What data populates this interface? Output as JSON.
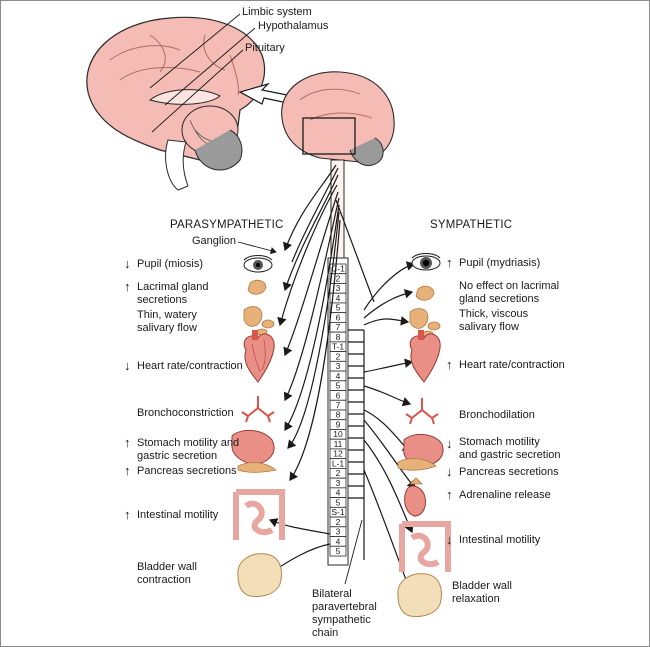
{
  "brain_labels": {
    "limbic": "Limbic system",
    "hypothalamus": "Hypothalamus",
    "pituitary": "Pituitary"
  },
  "headers": {
    "parasympathetic": "PARASYMPATHETIC",
    "sympathetic": "SYMPATHETIC",
    "ganglion": "Ganglion"
  },
  "parasympathetic_effects": {
    "pupil": "Pupil (miosis)",
    "lacrimal_1": "Lacrimal gland",
    "lacrimal_2": "secretions",
    "salivary_1": "Thin, watery",
    "salivary_2": "salivary flow",
    "heart": "Heart rate/contraction",
    "broncho": "Bronchoconstriction",
    "stomach_1": "Stomach motility and",
    "stomach_2": "gastric secretion",
    "pancreas": "Pancreas secretions",
    "intestine": "Intestinal motility",
    "bladder_1": "Bladder wall",
    "bladder_2": "contraction"
  },
  "sympathetic_effects": {
    "pupil": "Pupil (mydriasis)",
    "lacrimal_1": "No effect on lacrimal",
    "lacrimal_2": "gland secretions",
    "salivary_1": "Thick, viscous",
    "salivary_2": "salivary flow",
    "heart": "Heart rate/contraction",
    "broncho": "Bronchodilation",
    "stomach_1": "Stomach motility",
    "stomach_2": "and gastric secretion",
    "pancreas": "Pancreas secretions",
    "adrenaline": "Adrenaline release",
    "intestine": "Intestinal motility",
    "bladder_1": "Bladder wall",
    "bladder_2": "relaxation"
  },
  "chain_label": {
    "line1": "Bilateral",
    "line2": "paravertebral",
    "line3": "sympathetic",
    "line4": "chain"
  },
  "spine_segments": [
    "C-1",
    "2",
    "3",
    "4",
    "5",
    "6",
    "7",
    "8",
    "T-1",
    "2",
    "3",
    "4",
    "5",
    "6",
    "7",
    "8",
    "9",
    "10",
    "11",
    "12",
    "L-1",
    "2",
    "3",
    "4",
    "5",
    "S-1",
    "2",
    "3",
    "4",
    "5"
  ],
  "colors": {
    "brain_fill": "#f4bcb4",
    "brain_stroke": "#2a2a2a",
    "cerebellum": "#8f8f8f",
    "organ_pink": "#e98f86",
    "organ_red": "#d8554c",
    "gland_tan": "#e6b27a",
    "bladder": "#f3deba",
    "nerve": "#1a1a1a"
  },
  "arrows": {
    "up": "↑",
    "down": "↓"
  }
}
